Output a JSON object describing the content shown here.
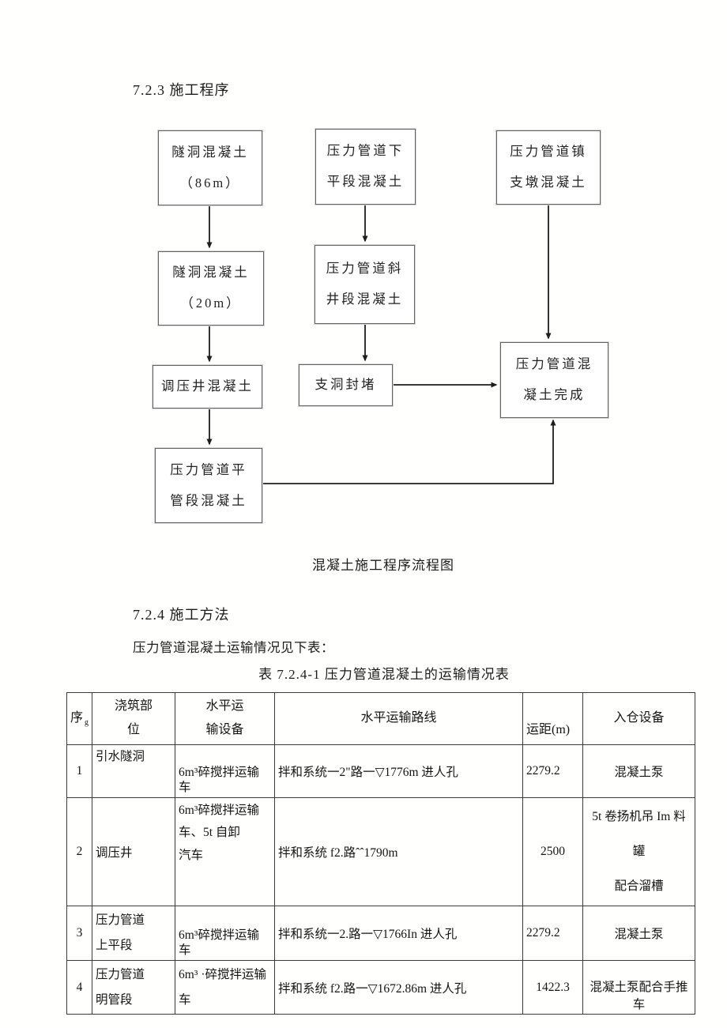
{
  "page": {
    "section_723_heading": "7.2.3 施工程序",
    "flowchart_caption": "混凝土施工程序流程图",
    "section_724_heading": "7.2.4 施工方法",
    "intro_text": "压力管道混凝土运输情况见下表：",
    "table_title": "表 7.2.4-1 压力管道混凝土的运输情况表"
  },
  "flowchart": {
    "boxes": [
      {
        "id": "tunnel-concrete-86m",
        "label": "隧洞混凝土\n（86m）"
      },
      {
        "id": "penstock-lower-flat",
        "label": "压力管道下\n平段混凝土"
      },
      {
        "id": "penstock-anchor-pier",
        "label": "压力管道镇\n支墩混凝土"
      },
      {
        "id": "tunnel-concrete-20m",
        "label": "隧洞混凝土\n（20m）"
      },
      {
        "id": "penstock-inclined-shaft",
        "label": "压力管道斜\n井段混凝土"
      },
      {
        "id": "surge-shaft-concrete",
        "label": "调压井混凝土"
      },
      {
        "id": "adit-plugging",
        "label": "支洞封堵"
      },
      {
        "id": "penstock-concrete-done",
        "label": "压力管道混\n凝土完成"
      },
      {
        "id": "penstock-flat-pipe",
        "label": "压力管道平\n管段混凝土"
      }
    ]
  },
  "table": {
    "headers": {
      "no": "序",
      "no_sub": "g",
      "part": "浇筑部\n位",
      "equip": "水平运\n输设备",
      "route": "水平运输路线",
      "dist": "运距(m)",
      "inlet": "入仓设备"
    },
    "rows": [
      {
        "no": "1",
        "part": "引水隧洞",
        "equip": "6m³碎搅拌运输车",
        "route": "拌和系统一2\"路一▽1776m 进人孔",
        "dist": "2279.2",
        "inlet": "混凝土泵"
      },
      {
        "no": "2",
        "part": "调压井",
        "equip": "6m³碎搅拌运输\n车、5t 自卸\n汽车",
        "route": "拌和系统 f2.路ˆˆ1790m",
        "dist": "2500",
        "inlet": "5t 卷扬机吊 Im 料罐\n配合溜槽"
      },
      {
        "no": "3",
        "part": "压力管道\n上平段",
        "equip": "6m³碎搅拌运输车",
        "route": "拌和系统一2.路一▽1766In 进人孔",
        "dist": "2279.2",
        "inlet": "混凝土泵"
      },
      {
        "no": "4",
        "part": "压力管道\n明管段",
        "equip": "6m³ ·碎搅拌运输\n车",
        "route": "拌和系统 f2.路一▽1672.86m 进人孔",
        "dist": "1422.3",
        "inlet": "混凝土泵配合手推车"
      }
    ]
  }
}
